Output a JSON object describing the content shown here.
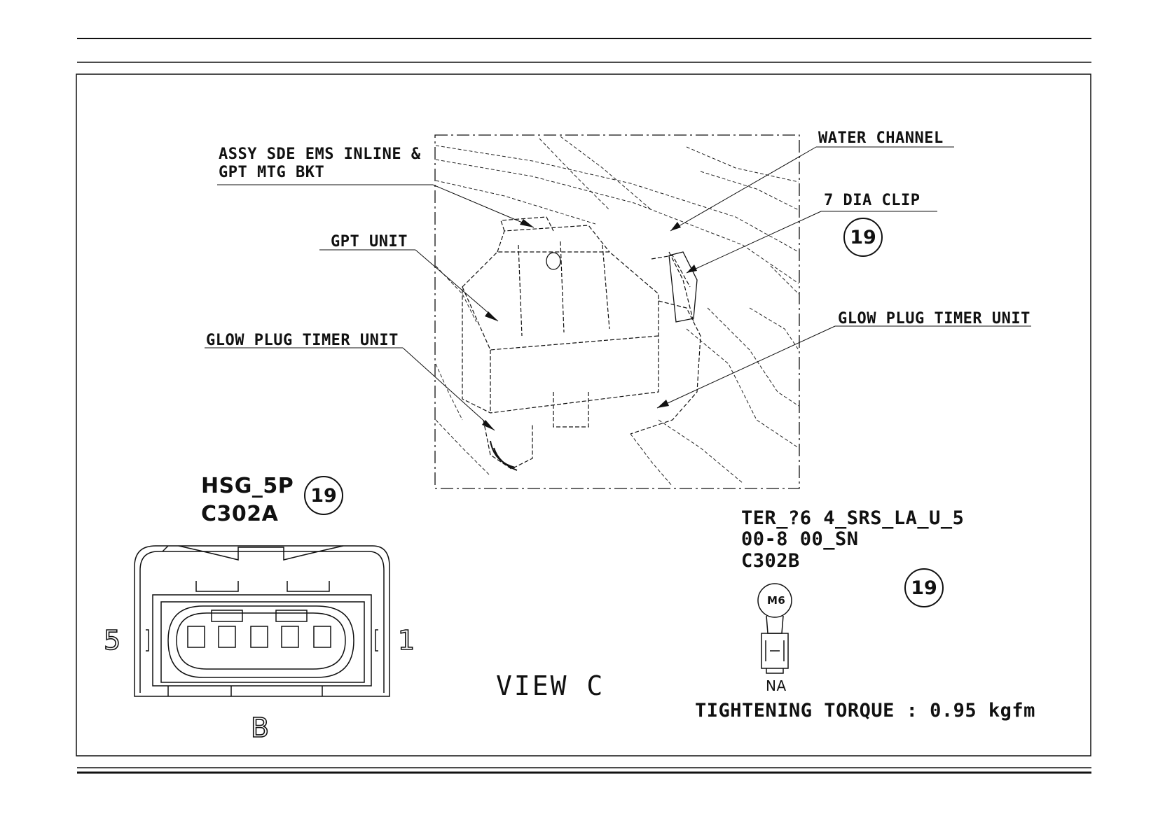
{
  "callouts": {
    "assy_line1": "ASSY SDE EMS INLINE &",
    "assy_line2": "GPT MTG BKT",
    "water_channel": "WATER CHANNEL",
    "dia_clip": "7 DIA CLIP",
    "gpt_unit": "GPT UNIT",
    "glow_left": "GLOW PLUG TIMER UNIT",
    "glow_right": "GLOW PLUG TIMER UNIT"
  },
  "connector_a": {
    "name": "HSG_5P",
    "code": "C302A",
    "item_no": "19",
    "pin_left": "5",
    "pin_right": "1",
    "bottom_mark": "B"
  },
  "view_label": "VIEW C",
  "connector_b": {
    "line1": "TER_?6 4_SRS_LA_U_5",
    "line2": "00-8 00_SN",
    "code": "C302B",
    "item_no": "19",
    "clip_item_no": "19",
    "terminal_size": "M6",
    "terminal_mark": "NA"
  },
  "torque_note": "TIGHTENING TORQUE : 0.95 kgfm"
}
